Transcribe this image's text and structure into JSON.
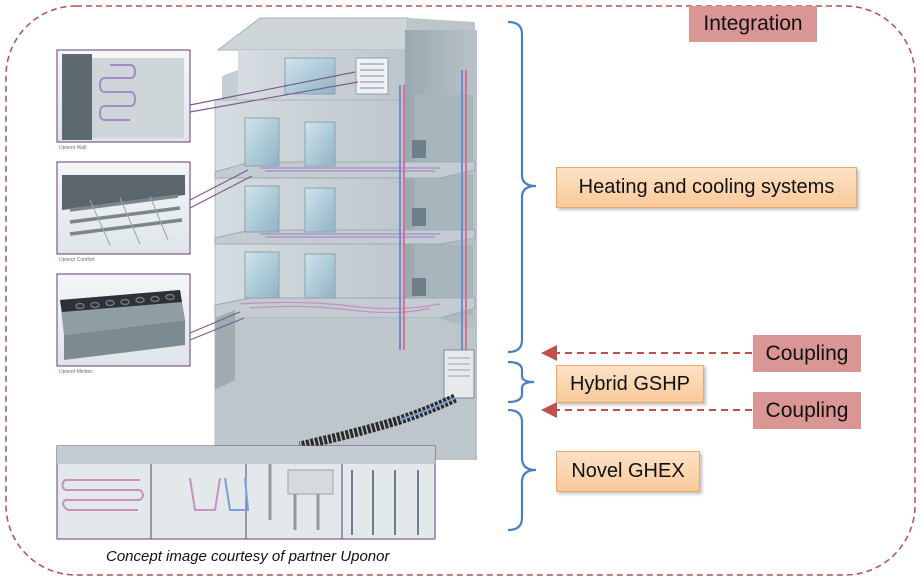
{
  "labels": {
    "integration": "Integration",
    "heating_cooling": "Heating and cooling systems",
    "coupling_top": "Coupling",
    "hybrid_gshp": "Hybrid GSHP",
    "coupling_bottom": "Coupling",
    "novel_ghex": "Novel GHEX"
  },
  "caption": "Concept image courtesy of partner Uponor",
  "thumbnails": {
    "wall": "Uponor Wall",
    "comfort": "Uponor Comfort",
    "minitec": "Uponor Minitec"
  },
  "colors": {
    "outer_border": "#b5504a",
    "bracket": "#4a7fc0",
    "arrow": "#c0504d",
    "label_orange": "#f8c99a",
    "label_rose": "#d99694",
    "thumb_border": "#7f5a90"
  }
}
